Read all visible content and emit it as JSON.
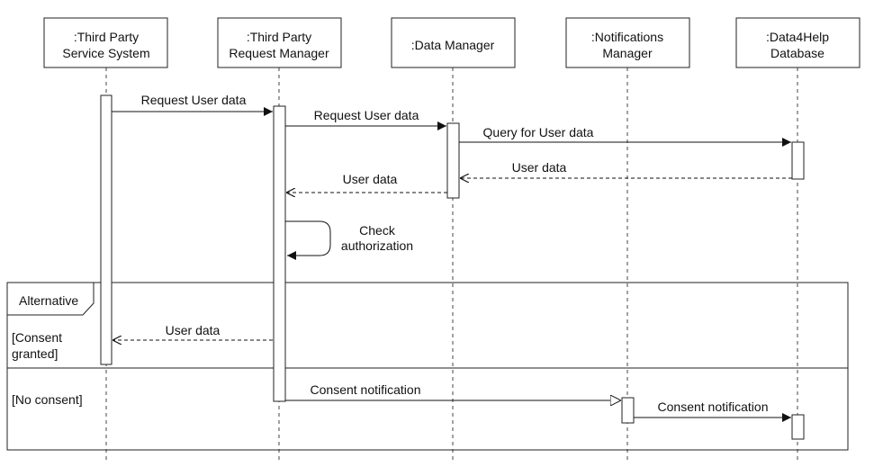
{
  "participants": [
    {
      "line1": ":Third Party",
      "line2": "Service System"
    },
    {
      "line1": ":Third Party",
      "line2": "Request Manager"
    },
    {
      "line1": ":Data Manager",
      "line2": ""
    },
    {
      "line1": ":Notifications",
      "line2": "Manager"
    },
    {
      "line1": ":Data4Help",
      "line2": "Database"
    }
  ],
  "messages": {
    "m1": "Request User data",
    "m2": "Request User data",
    "m3": "Query for User data",
    "m4": "User data",
    "m5": "User data",
    "self": {
      "line1": "Check",
      "line2": "authorization"
    },
    "m6": "User data",
    "m7": "Consent notification",
    "m8": "Consent notification"
  },
  "fragment": {
    "label": "Alternative",
    "guard1": {
      "line1": "[Consent",
      "line2": "granted]"
    },
    "guard2": "[No consent]"
  }
}
